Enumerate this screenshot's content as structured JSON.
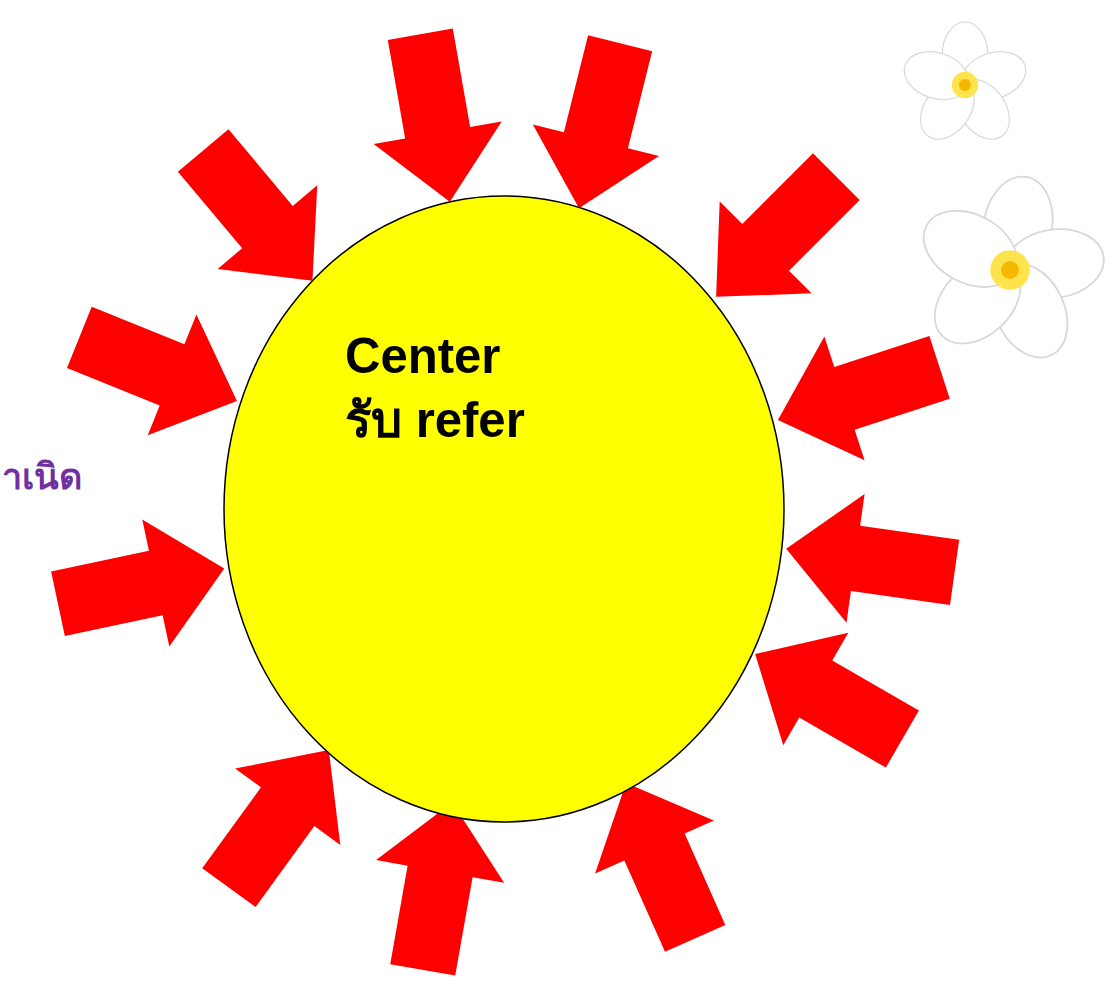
{
  "diagram": {
    "nodes": [
      {
        "text": [
          "Center",
          "รับ refer"
        ]
      }
    ],
    "labels": [
      "าเนิด"
    ]
  }
}
